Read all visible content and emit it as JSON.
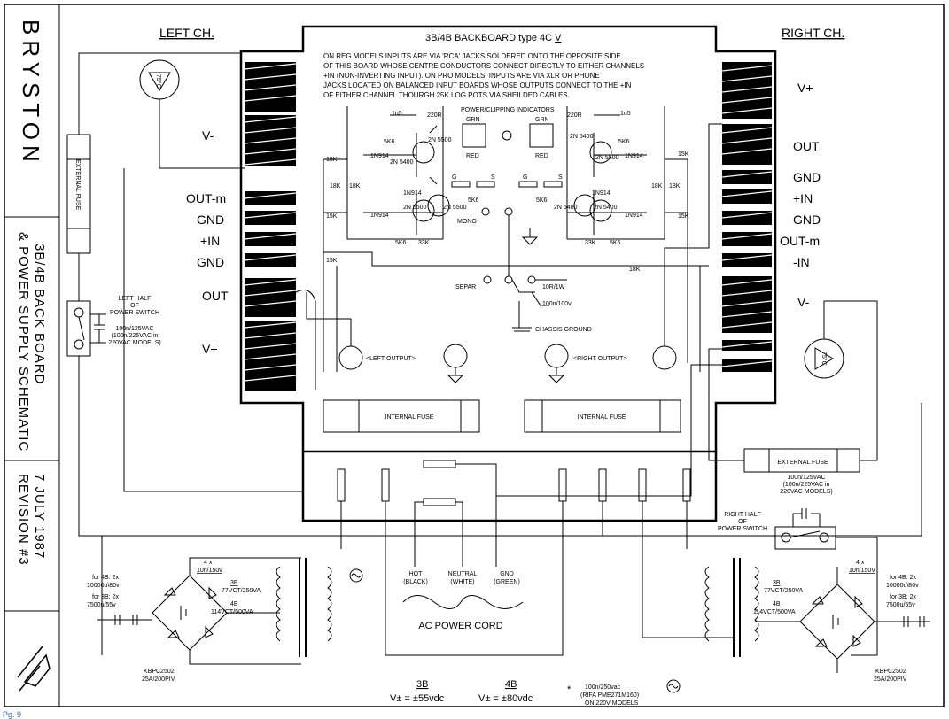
{
  "titleblock": {
    "brand": "BRYSTON",
    "title_line1": "3B/4B BACK BOARD",
    "title_line2": "& POWER SUPPLY SCHEMATIC",
    "revision": "REVISION #3",
    "date": "7 JULY 1987"
  },
  "channels": {
    "left": "LEFT CH.",
    "right": "RIGHT CH."
  },
  "board": {
    "title": "3B/4B BACKBOARD type 4C",
    "title_numeral": "V",
    "note": [
      "ON REG MODELS INPUTS ARE VIA 'RCA' JACKS SOLDERED ONTO THE OPPOSITE SIDE",
      "OF THIS BOARD WHOSE CENTRE CONDUCTORS CONNECT DIRECTLY TO EITHER CHANNELS",
      "+IN (NON-INVERTING INPUT).  ON PRO MODELS, INPUTS ARE VIA XLR OR PHONE",
      "JACKS LOCATED ON BALANCED INPUT BOARDS WHOSE OUTPUTS CONNECT TO THE +IN",
      "OF EITHER CHANNEL THOURGH 25K LOG POTS VIA SHEILDED CABLES."
    ],
    "indicators_title": "POWER/CLIPPING INDICATORS"
  },
  "left_terminals": [
    "V-",
    "OUT-m",
    "GND",
    "+IN",
    "GND",
    "OUT",
    "V+"
  ],
  "right_terminals": [
    "V+",
    "OUT",
    "GND",
    "+IN",
    "GND",
    "OUT-m",
    "-IN",
    "V-"
  ],
  "components": {
    "r220": "220R",
    "c1u5": "1u5",
    "r5k6": "5K6",
    "t2n5500": "2N 5500",
    "t2n5400": "2N 5400",
    "d1n914": "1N914",
    "r15k": "15K",
    "r18k": "18K",
    "r33k": "33K",
    "grn": "GRN",
    "red": "RED",
    "g": "G",
    "s": "S",
    "mono": "MONO",
    "separ": "SEPAR",
    "r10r": "10R/1W",
    "c100n": "100n/100v",
    "chassis": "CHASSIS GROUND",
    "left_output": "<LEFT OUTPUT>",
    "right_output": "<RIGHT OUTPUT>",
    "internal_fuse": "INTERNAL FUSE",
    "external_fuse": "EXTERNAL FUSE",
    "ts": "75°C"
  },
  "switch_left": {
    "l1": "LEFT HALF",
    "l2": "OF",
    "l3": "POWER SWITCH",
    "c1": "100n/125VAC",
    "c2": "(100n/225VAC in",
    "c3": "220VAC MODELS)"
  },
  "switch_right": {
    "l1": "RIGHT HALF",
    "l2": "OF",
    "l3": "POWER SWITCH",
    "c1": "100n/125VAC",
    "c2": "(100n/225VAC in",
    "c3": "220VAC MODELS)"
  },
  "supply": {
    "caps_4": "4 x",
    "caps_10n": "10n/150v",
    "caps_10n_r": "10n/150V",
    "for4b": "for 4B: 2x",
    "for4b_v": "10000u\\80v",
    "for3b": "for 3B: 2x",
    "for3b_v": "7500u/55v",
    "t3b": "3B",
    "t3b_v": "77VCT/250VA",
    "t4b": "4B",
    "t4b_v": "114VCT/500VA",
    "bridge": "KBPC2502",
    "bridge_v": "25A/200PIV",
    "hot": "HOT",
    "hot_c": "(BLACK)",
    "neutral": "NEUTRAL",
    "neutral_c": "(WHITE)",
    "gnd": "GND",
    "gnd_c": "(GREEN)",
    "cord": "AC POWER CORD",
    "v3b_label": "3B",
    "v3b": "V±  =  ±55vdc",
    "v4b_label": "4B",
    "v4b": "V±  =  ±80vdc",
    "star": "*",
    "note1": "100n/250vac",
    "note2": "(RIFA PME271M160)",
    "note3": "ON 220V MODELS"
  },
  "page": "Pg. 9"
}
